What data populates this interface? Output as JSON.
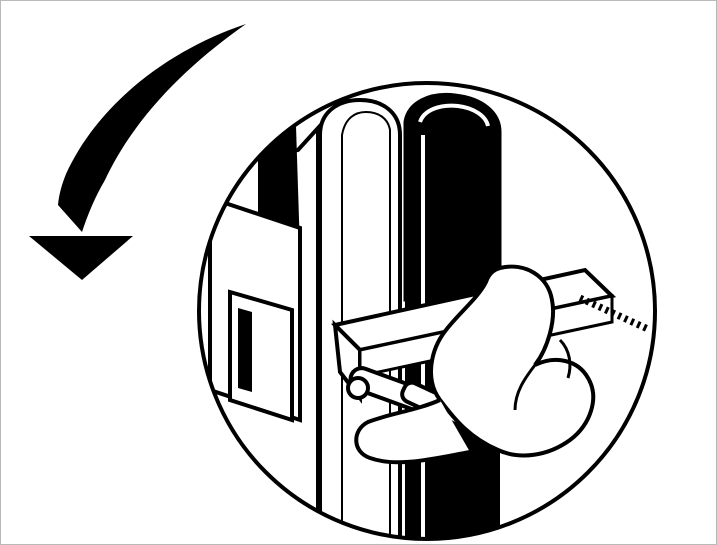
{
  "illustration": {
    "colors": {
      "ink": "#000000",
      "paper": "#ffffff",
      "frame": "#b9b9b9"
    },
    "icons": {
      "arrow": "curved-arrow-down-left-icon"
    },
    "parts": [
      "curved-arrow",
      "detail-circle",
      "door-panel",
      "door-handle",
      "mounting-bracket",
      "hand",
      "screw"
    ]
  }
}
